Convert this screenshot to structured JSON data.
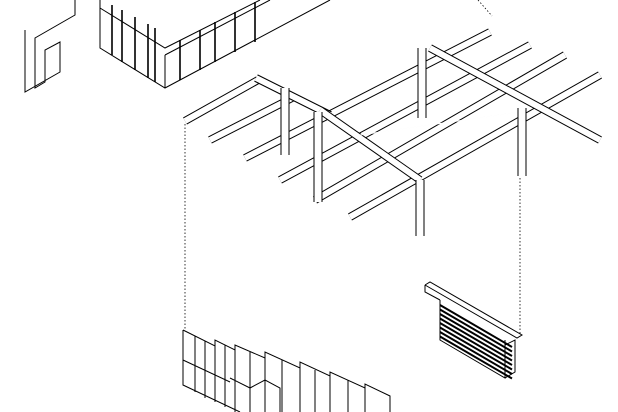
{
  "drawing": {
    "kind": "exploded-axonometric",
    "colors": {
      "line": "#000000",
      "background": "#ffffff"
    },
    "components": [
      "existing-building",
      "roof-beam-frame",
      "columns",
      "glazed-facade",
      "louvered-panel"
    ]
  }
}
